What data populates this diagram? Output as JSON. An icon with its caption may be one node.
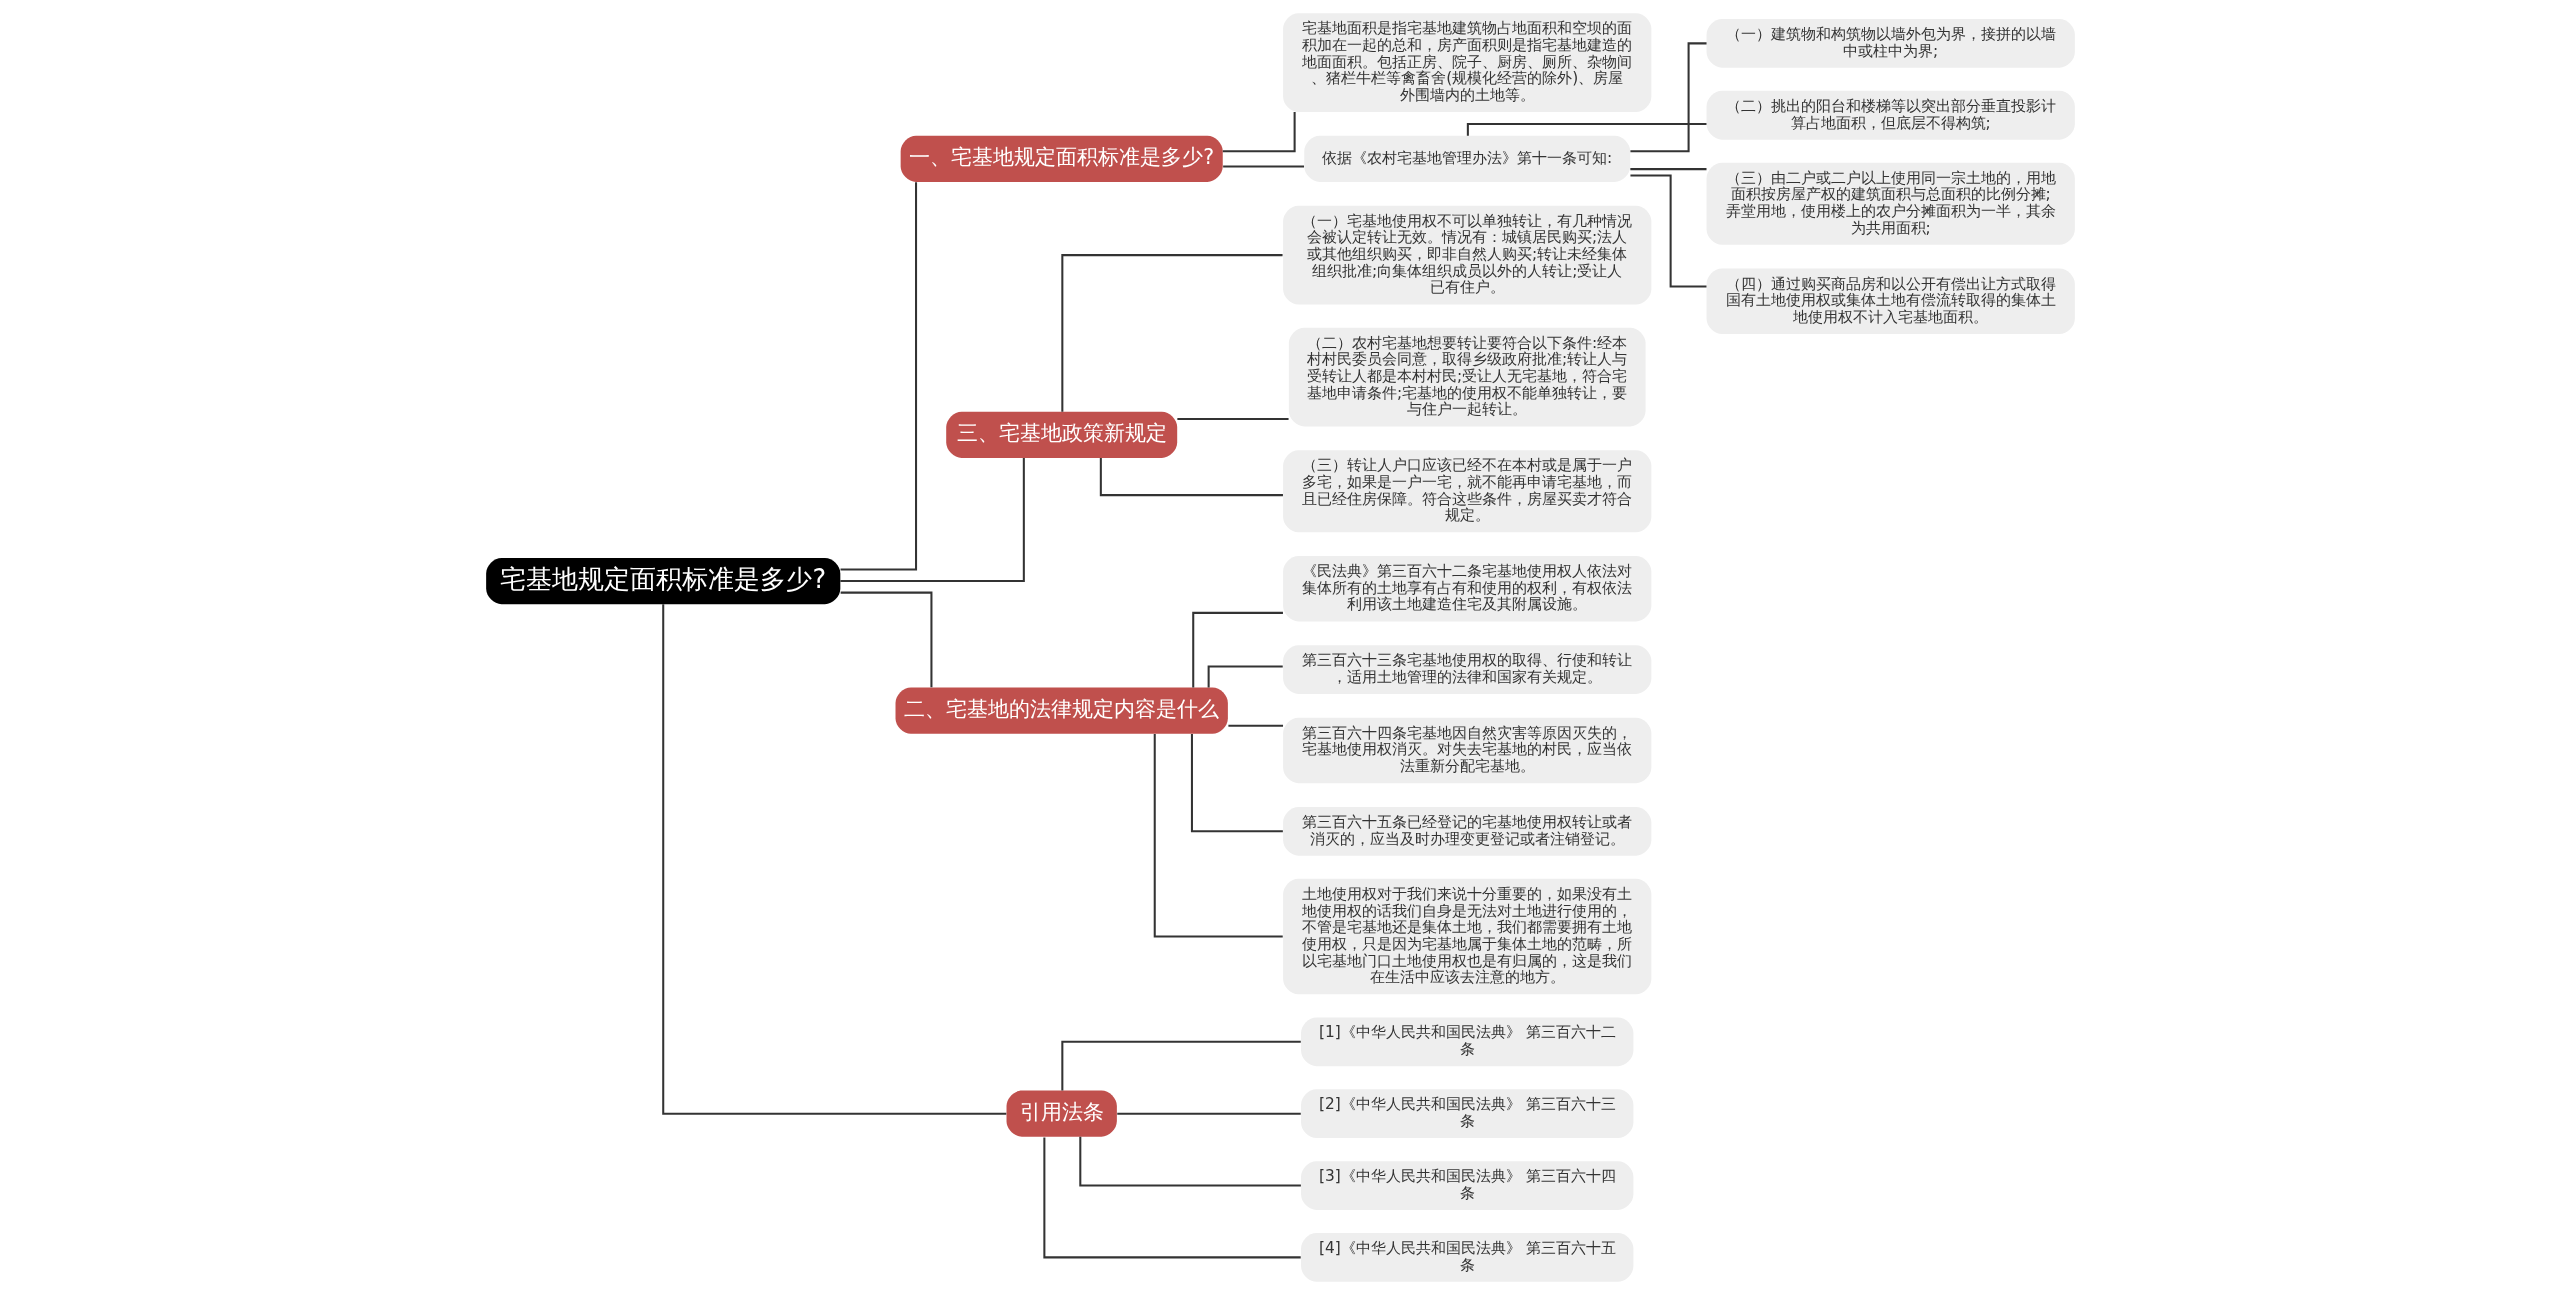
{
  "diagram": {
    "nodes": [
      {
        "text": [
          "宅基地规定面积标准是多少?"
        ]
      },
      {
        "text": [
          "一、宅基地规定面积标准是多少?"
        ]
      },
      {
        "text": [
          "宅基地面积是指宅基地建筑物占地面积和空坝的面积加在一起的总和，房产面积则是指宅基地建造的地面面积。包括正房、院子、厨房、厕所、杂物间、猪栏牛栏等禽畜舍(规模化经营的除外)、房屋外围墙内的土地等。"
        ]
      },
      {
        "text": [
          "依据《农村宅基地管理办法》第十一条可知:"
        ]
      },
      {
        "text": [
          "（一）建筑物和构筑物以墙外包为界，接拼的以墙中或柱中为界;"
        ]
      },
      {
        "text": [
          "（二）挑出的阳台和楼梯等以突出部分垂直投影计算占地面积，但底层不得构筑;"
        ]
      },
      {
        "text": [
          "（三）由二户或二户以上使用同一宗土地的，用地面积按房屋产权的建筑面积与总面积的比例分摊;弄堂用地，使用楼上的农户分摊面积为一半，其余为共用面积;"
        ]
      },
      {
        "text": [
          "（四）通过购买商品房和以公开有偿出让方式取得国有土地使用权或集体土地有偿流转取得的集体土地使用权不计入宅基地面积。"
        ]
      },
      {
        "text": [
          "三、宅基地政策新规定"
        ]
      },
      {
        "text": [
          "（一）宅基地使用权不可以单独转让，有几种情况会被认定转让无效。情况有：城镇居民购买;法人或其他组织购买，即非自然人购买;转让未经集体组织批准;向集体组织成员以外的人转让;受让人已有住户。"
        ]
      },
      {
        "text": [
          "（二）农村宅基地想要转让要符合以下条件:经本村村民委员会同意，取得乡级政府批准;转让人与受转让人都是本村村民;受让人无宅基地，符合宅基地申请条件;宅基地的使用权不能单独转让，要与住户一起转让。"
        ]
      },
      {
        "text": [
          "（三）转让人户口应该已经不在本村或是属于一户多宅，如果是一户一宅，就不能再申请宅基地，而且已经住房保障。符合这些条件，房屋买卖才符合规定。"
        ]
      },
      {
        "text": [
          "二、宅基地的法律规定内容是什么"
        ]
      },
      {
        "text": [
          "《民法典》第三百六十二条宅基地使用权人依法对集体所有的土地享有占有和使用的权利，有权依法利用该土地建造住宅及其附属设施。"
        ]
      },
      {
        "text": [
          "第三百六十三条宅基地使用权的取得、行使和转让，适用土地管理的法律和国家有关规定。"
        ]
      },
      {
        "text": [
          "第三百六十四条宅基地因自然灾害等原因灭失的，宅基地使用权消灭。对失去宅基地的村民，应当依法重新分配宅基地。"
        ]
      },
      {
        "text": [
          "第三百六十五条已经登记的宅基地使用权转让或者消灭的，应当及时办理变更登记或者注销登记。"
        ]
      },
      {
        "text": [
          "土地使用权对于我们来说十分重要的，如果没有土地使用权的话我们自身是无法对土地进行使用的，不管是宅基地还是集体土地，我们都需要拥有土地使用权，只是因为宅基地属于集体土地的范畴，所以宅基地门口土地使用权也是有归属的，这是我们在生活中应该去注意的地方。"
        ]
      },
      {
        "text": [
          "引用法条"
        ]
      },
      {
        "text": [
          "[1]《中华人民共和国民法典》 第三百六十二条"
        ]
      },
      {
        "text": [
          "[2]《中华人民共和国民法典》 第三百六十三条"
        ]
      },
      {
        "text": [
          "[3]《中华人民共和国民法典》 第三百六十四条"
        ]
      },
      {
        "text": [
          "[4]《中华人民共和国民法典》 第三百六十五条"
        ]
      }
    ],
    "edges": [
      {
        "from": 0,
        "to": 1,
        "arrow": "none"
      },
      {
        "from": 1,
        "to": 2,
        "arrow": "none"
      },
      {
        "from": 1,
        "to": 3,
        "arrow": "none"
      },
      {
        "from": 3,
        "to": 4,
        "arrow": "none"
      },
      {
        "from": 3,
        "to": 5,
        "arrow": "none"
      },
      {
        "from": 3,
        "to": 6,
        "arrow": "none"
      },
      {
        "from": 3,
        "to": 7,
        "arrow": "none"
      },
      {
        "from": 0,
        "to": 8,
        "arrow": "none"
      },
      {
        "from": 8,
        "to": 9,
        "arrow": "none"
      },
      {
        "from": 8,
        "to": 10,
        "arrow": "none"
      },
      {
        "from": 8,
        "to": 11,
        "arrow": "none"
      },
      {
        "from": 0,
        "to": 12,
        "arrow": "none"
      },
      {
        "from": 12,
        "to": 13,
        "arrow": "none"
      },
      {
        "from": 12,
        "to": 14,
        "arrow": "none"
      },
      {
        "from": 12,
        "to": 15,
        "arrow": "none"
      },
      {
        "from": 12,
        "to": 16,
        "arrow": "none"
      },
      {
        "from": 12,
        "to": 17,
        "arrow": "none"
      },
      {
        "from": 0,
        "to": 18,
        "arrow": "none"
      },
      {
        "from": 18,
        "to": 19,
        "arrow": "none"
      },
      {
        "from": 18,
        "to": 20,
        "arrow": "none"
      },
      {
        "from": 18,
        "to": 21,
        "arrow": "none"
      },
      {
        "from": 18,
        "to": 22,
        "arrow": "none"
      }
    ]
  }
}
